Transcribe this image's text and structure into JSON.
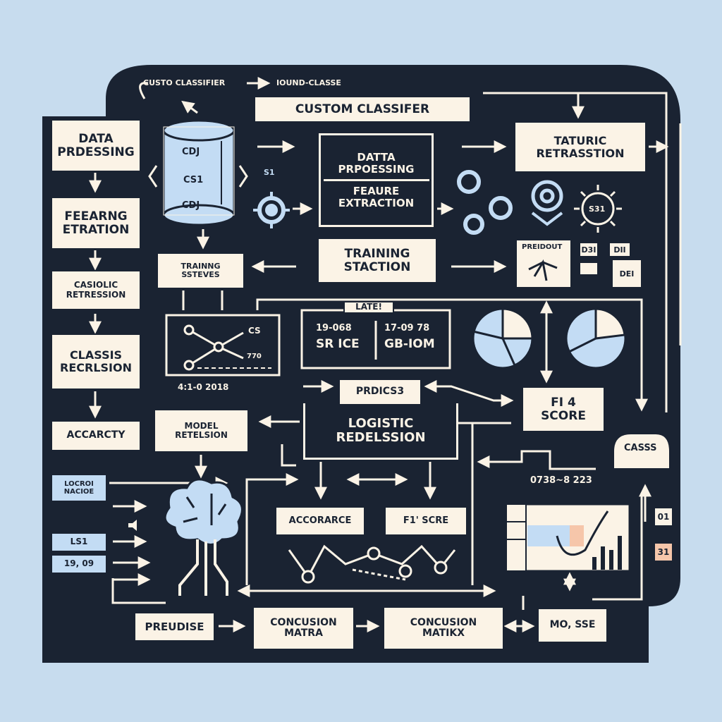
{
  "header": {
    "top_left_label": "CUSTO CLASSIFIER",
    "top_right_label": "IOUND-CLASSE",
    "title": "CUSTOM CLASSIFER"
  },
  "left_column": {
    "data_processing": [
      "DATA",
      "PRDESSING"
    ],
    "feature_extraction": [
      "FEEARNG",
      "ETRATION"
    ],
    "logistic_regression": [
      "CASIOLIC",
      "RETRESSION"
    ],
    "classis_recursion": [
      "CLASSIS",
      "RECRLSION"
    ],
    "accuracy": "ACCARCTY"
  },
  "cylinder": {
    "rows": [
      "CDJ",
      "CS1",
      "CDJ"
    ]
  },
  "processing_box": {
    "line1": "DATTA",
    "line2": "PRPOESSING",
    "line3": "FEAURE",
    "line4": "EXTRACTION"
  },
  "side_badge": "S1",
  "top_right_box": [
    "TATURIC",
    "RETRASSTION"
  ],
  "sun_badge": "S31",
  "training_station": [
    "TRAINING",
    "STACTION"
  ],
  "training_systems": [
    "TRAINNG",
    "SSTEVES"
  ],
  "predict_panel": {
    "title": "PREIDOUT",
    "cells": [
      "D3I",
      "DII",
      "DEI"
    ]
  },
  "network_panel": {
    "label_top": "CS",
    "label_bottom": "770",
    "caption": "4:1-0 2018"
  },
  "latest_panel": {
    "tab": "LATE!",
    "left_top": "19-068",
    "left_bottom": "SR ICE",
    "right_top": "17-09 78",
    "right_bottom": "GB-IOM"
  },
  "predicts_tag": "PRDICS3",
  "logistic_box": [
    "LOGISTIC",
    "REDELSSION"
  ],
  "model_box": [
    "MODEL",
    "RETELSION"
  ],
  "f1_box": [
    "FI 4",
    "SCORE"
  ],
  "cases_tab": "CASSS",
  "right_numbers": "0738~8 223",
  "side_tags": {
    "top": "LOCROI",
    "top2": "NACIOE",
    "mid": "LS1",
    "low": "19, 09"
  },
  "metrics": {
    "accuracy": "ACCORARCE",
    "f1": "F1' SCRE"
  },
  "right_side": {
    "top": "01",
    "bottom": "31"
  },
  "bottom_row": {
    "predict": "PREUDISE",
    "confusion1": [
      "CONCUSION",
      "MATRA"
    ],
    "confusion2": [
      "CONCUSION",
      "MATIKX"
    ],
    "mse": "MO, SSE"
  },
  "colors": {
    "background": "#c7dcee",
    "panel": "#1a2332",
    "card": "#fbf3e6",
    "accent_blue": "#c3dcf4",
    "accent_peach": "#f6c6aa"
  }
}
